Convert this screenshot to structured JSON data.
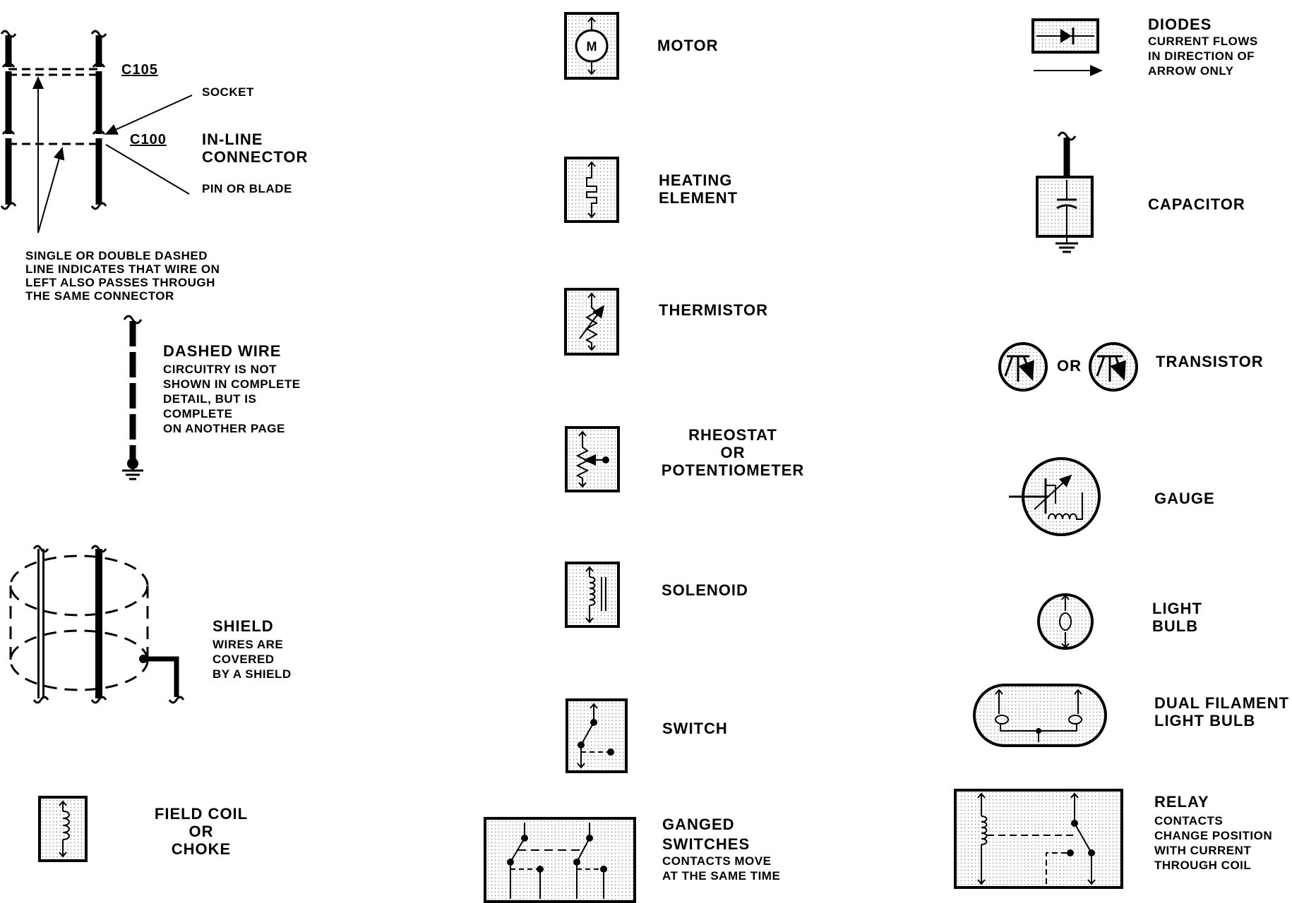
{
  "connector": {
    "ref_top": "C105",
    "ref_bottom": "C100",
    "socket": "SOCKET",
    "inline_title": "IN-LINE\nCONNECTOR",
    "pin": "PIN OR BLADE",
    "note": "SINGLE OR DOUBLE DASHED\nLINE INDICATES THAT WIRE ON\nLEFT ALSO PASSES THROUGH\nTHE SAME CONNECTOR"
  },
  "dashed_wire": {
    "title": "DASHED WIRE",
    "desc": "CIRCUITRY IS NOT\nSHOWN IN COMPLETE\nDETAIL, BUT IS\nCOMPLETE\nON ANOTHER PAGE"
  },
  "shield": {
    "title": "SHIELD",
    "desc": "WIRES ARE\nCOVERED\nBY A SHIELD"
  },
  "field_coil": {
    "title": "FIELD COIL\nOR\nCHOKE"
  },
  "motor": {
    "title": "MOTOR",
    "symbol_letter": "M"
  },
  "heating": {
    "title": "HEATING\nELEMENT"
  },
  "thermistor": {
    "title": "THERMISTOR"
  },
  "rheostat": {
    "title": "RHEOSTAT\nOR\nPOTENTIOMETER"
  },
  "solenoid": {
    "title": "SOLENOID"
  },
  "switch": {
    "title": "SWITCH"
  },
  "ganged": {
    "title": "GANGED\nSWITCHES",
    "desc": "CONTACTS MOVE\nAT THE SAME TIME"
  },
  "diodes": {
    "title": "DIODES",
    "desc": "CURRENT FLOWS\nIN DIRECTION OF\nARROW ONLY"
  },
  "capacitor": {
    "title": "CAPACITOR"
  },
  "transistor": {
    "title": "TRANSISTOR",
    "or_label": "OR"
  },
  "gauge": {
    "title": "GAUGE"
  },
  "light_bulb": {
    "title": "LIGHT\nBULB"
  },
  "dual_filament": {
    "title": "DUAL FILAMENT\nLIGHT BULB"
  },
  "relay": {
    "title": "RELAY",
    "desc": "CONTACTS\nCHANGE POSITION\nWITH CURRENT\nTHROUGH COIL"
  }
}
